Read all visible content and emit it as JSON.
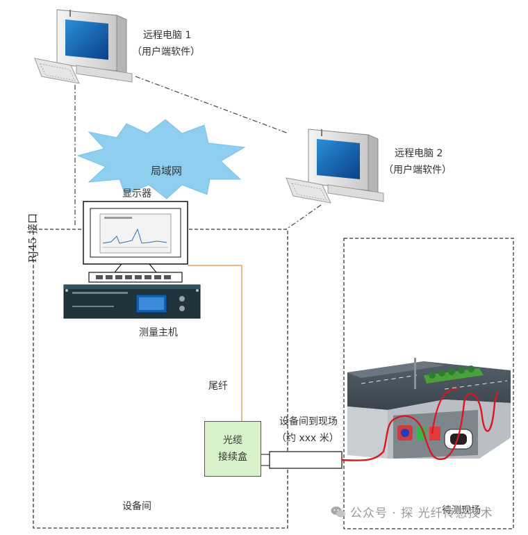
{
  "nodes": {
    "remote_pc_1": {
      "title": "远程电脑 1",
      "subtitle": "（用户端软件）"
    },
    "remote_pc_2": {
      "title": "远程电脑 2",
      "subtitle": "（用户端软件）"
    },
    "lan": {
      "label": "局域网"
    },
    "monitor": {
      "label": "显示器"
    },
    "rj45": {
      "label": "RJ45 接口"
    },
    "host": {
      "label": "测量主机"
    },
    "pigtail": {
      "label": "尾纤"
    },
    "splice_box": {
      "line1": "光缆",
      "line2": "接续盒"
    },
    "link": {
      "line1": "设备间到现场",
      "line2": "（约 xxx 米）"
    },
    "equipment_room": {
      "label": "设备间"
    },
    "site": {
      "label": "待测现场"
    }
  },
  "watermark": {
    "text": "公众号 · 探 光纤传感技术"
  },
  "colors": {
    "lan_cloud": "#8ecff0",
    "pigtail": "#e8a35a",
    "fiber": "#e0141e",
    "splice_box": "#d8f2cc"
  }
}
